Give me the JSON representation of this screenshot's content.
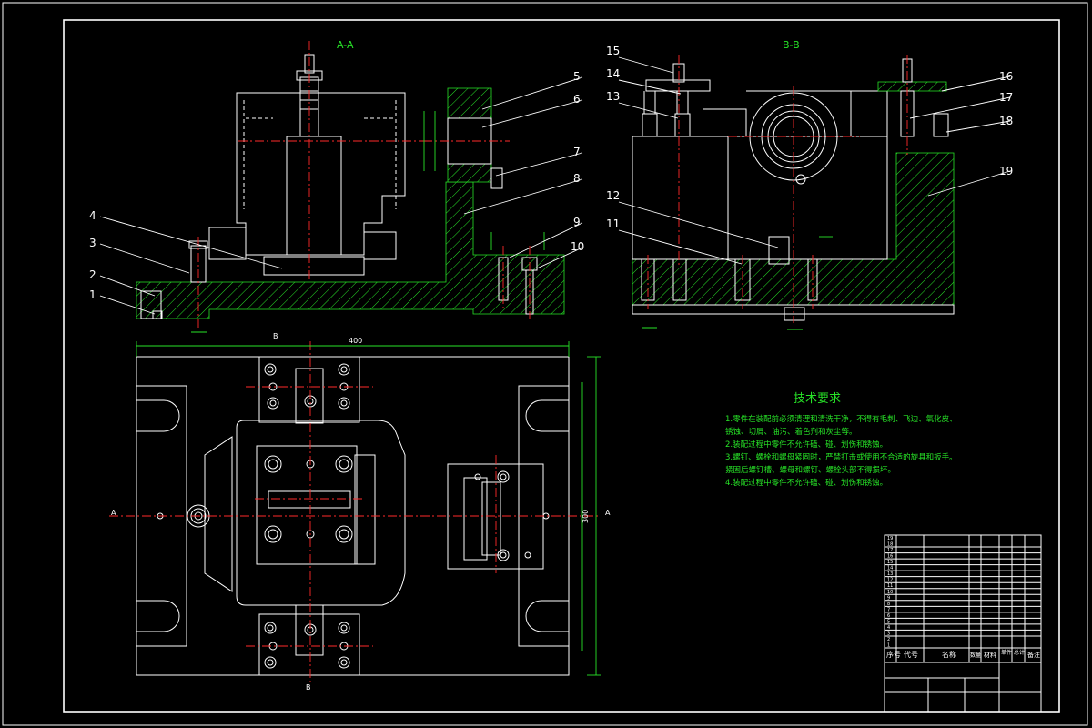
{
  "sections": {
    "a_title": "A-A",
    "b_title": "B-B"
  },
  "part_labels": [
    "1",
    "2",
    "3",
    "4",
    "5",
    "6",
    "7",
    "8",
    "9",
    "10",
    "11",
    "12",
    "13",
    "14",
    "15",
    "16",
    "17",
    "18",
    "19"
  ],
  "tech_requirements": {
    "title": "技术要求",
    "lines": [
      "1.零件在装配前必须清理和清洗干净，不得有毛刺、飞边、氧化皮、",
      "锈蚀、切屑、油污、着色剂和灰尘等。",
      "2.装配过程中零件不允许磕、碰、划伤和锈蚀。",
      "3.螺钉、螺栓和螺母紧固时，严禁打击或使用不合适的旋具和扳手。",
      "紧固后螺钉槽、螺母和螺钉、螺栓头部不得损坏。",
      "4.装配过程中零件不允许磕、碰、划伤和锈蚀。"
    ]
  },
  "dimensions": {
    "overall_width": "400",
    "overall_height": "300"
  },
  "section_marks": {
    "a_left": "A",
    "a_right": "A",
    "b_top": "B",
    "b_bottom": "B"
  },
  "title_block": {
    "headers": [
      "序号",
      "代号",
      "名称",
      "数量",
      "材料",
      "单件",
      "总计",
      "备注"
    ],
    "row_labels": [
      "1",
      "2",
      "3",
      "4",
      "5",
      "6",
      "7",
      "8",
      "9",
      "10",
      "11",
      "12",
      "13",
      "14",
      "15",
      "16",
      "17",
      "18",
      "19"
    ]
  },
  "colors": {
    "background": "#000000",
    "outline": "#ffffff",
    "centerline": "#ff2a2a",
    "hatch_dimension": "#27e327"
  }
}
